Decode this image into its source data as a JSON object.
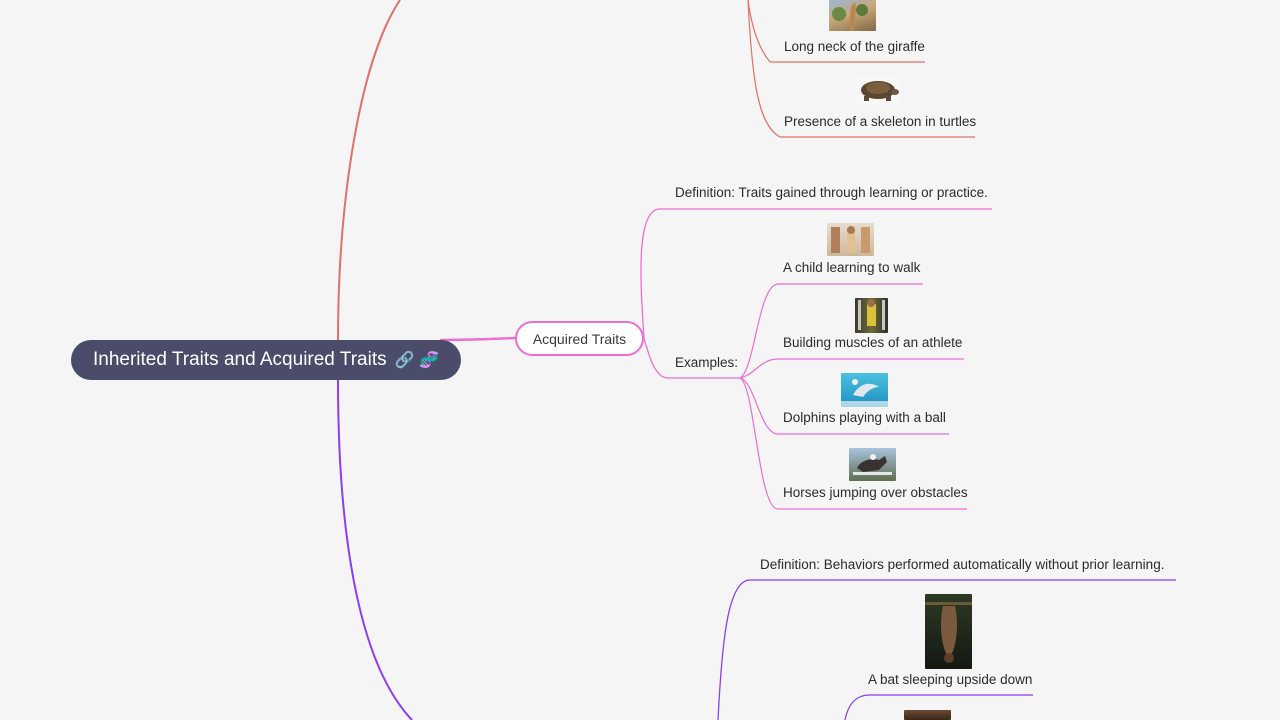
{
  "root": {
    "title": "Inherited Traits and Acquired Traits",
    "emoji": "🔗 🧬"
  },
  "inherited_examples": [
    {
      "label": "Long neck of the giraffe",
      "image": "giraffe-photo"
    },
    {
      "label": "Presence of a skeleton in turtles",
      "image": "turtle-photo"
    }
  ],
  "acquired": {
    "title": "Acquired Traits",
    "definition": "Definition: Traits gained through learning or practice.",
    "examples_label": "Examples:",
    "examples": [
      {
        "label": "A child learning to walk",
        "image": "child-photo"
      },
      {
        "label": "Building muscles of an athlete",
        "image": "athlete-photo"
      },
      {
        "label": "Dolphins playing with a ball",
        "image": "dolphin-photo"
      },
      {
        "label": "Horses jumping over obstacles",
        "image": "horse-photo"
      }
    ]
  },
  "instinctive": {
    "definition": "Definition: Behaviors performed automatically without prior learning.",
    "examples": [
      {
        "label": "A bat sleeping upside down",
        "image": "bat-photo"
      }
    ]
  },
  "colors": {
    "inherited_branch": "#e0706a",
    "acquired_branch": "#ea6fd0",
    "instinctive_branch": "#8a3ff0",
    "root_bg": "#4a4c6a"
  }
}
